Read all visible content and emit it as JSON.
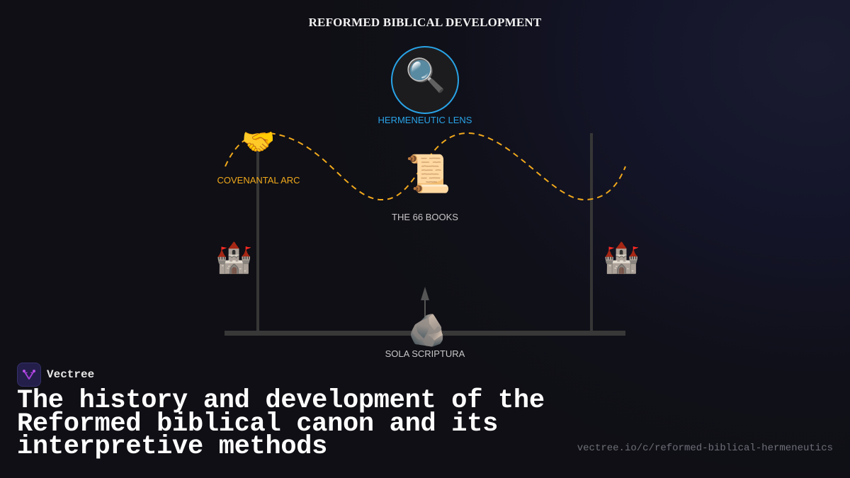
{
  "diagram": {
    "title": "REFORMED BIBLICAL DEVELOPMENT",
    "nodes": [
      {
        "id": "lens",
        "label": "HERMENEUTIC LENS",
        "icon": "magnifying-glass-icon",
        "glyph": "🔍",
        "color": "#29a3e6"
      },
      {
        "id": "arc",
        "label": "COVENANTAL ARC",
        "icon": "handshake-icon",
        "glyph": "🤝",
        "color": "#f0a81c"
      },
      {
        "id": "books",
        "label": "THE 66 BOOKS",
        "icon": "scroll-icon",
        "glyph": "📜",
        "color": "#c8c8c8"
      },
      {
        "id": "foundation",
        "label": "SOLA SCRIPTURA",
        "icon": "rock-icon",
        "glyph": "🪨",
        "color": "#c8c8c8"
      },
      {
        "id": "castle-left",
        "label": "",
        "icon": "castle-icon",
        "glyph": "🏰"
      },
      {
        "id": "castle-right",
        "label": "",
        "icon": "castle-icon",
        "glyph": "🏰"
      }
    ],
    "colors": {
      "accent_blue": "#29a3e6",
      "accent_orange": "#f0a81c",
      "structure_gray": "#3a3a3a",
      "background": "#0f0f15"
    }
  },
  "brand": {
    "name": "Vectree",
    "icon": "vectree-logo-icon"
  },
  "headline": "The history and development of the Reformed biblical canon and its interpretive methods",
  "url": "vectree.io/c/reformed-biblical-hermeneutics"
}
